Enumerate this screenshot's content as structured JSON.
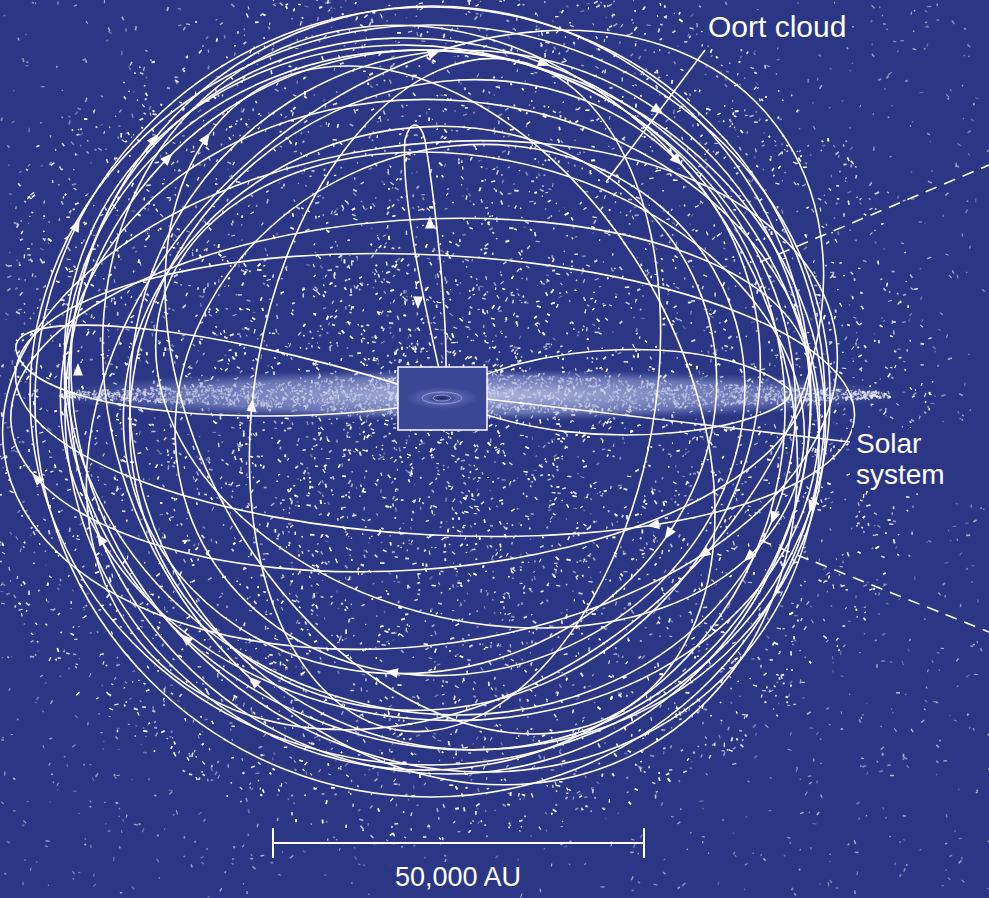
{
  "diagram": {
    "labels": [
      "Oort cloud",
      "Solar system",
      "50,000 AU"
    ]
  }
}
